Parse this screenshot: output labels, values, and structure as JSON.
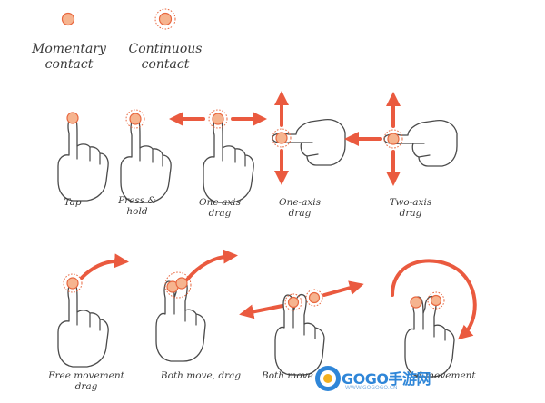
{
  "legend": {
    "momentary": "Momentary\ncontact",
    "continuous": "Continuous\ncontact"
  },
  "gestures": [
    {
      "id": "tap",
      "label": "Tap"
    },
    {
      "id": "press-hold",
      "label": "Press &\nhold"
    },
    {
      "id": "one-axis-horizontal",
      "label": "One-axis\ndrag"
    },
    {
      "id": "one-axis-vertical",
      "label": "One-axis\ndrag"
    },
    {
      "id": "two-axis",
      "label": "Two-axis\ndrag"
    },
    {
      "id": "free-movement",
      "label": "Free movement\ndrag"
    },
    {
      "id": "both-move",
      "label": "Both move, drag"
    },
    {
      "id": "both-move-pinch",
      "label": "Both move"
    },
    {
      "id": "fixed-rotate",
      "label": "d movement"
    }
  ],
  "watermark": {
    "text": "GOGO手游网",
    "sub": "WWW.GOGOGO.CN"
  },
  "colors": {
    "accent": "#ea5a3f",
    "dot": "#f6b48f",
    "ink": "#4a4a4a"
  }
}
